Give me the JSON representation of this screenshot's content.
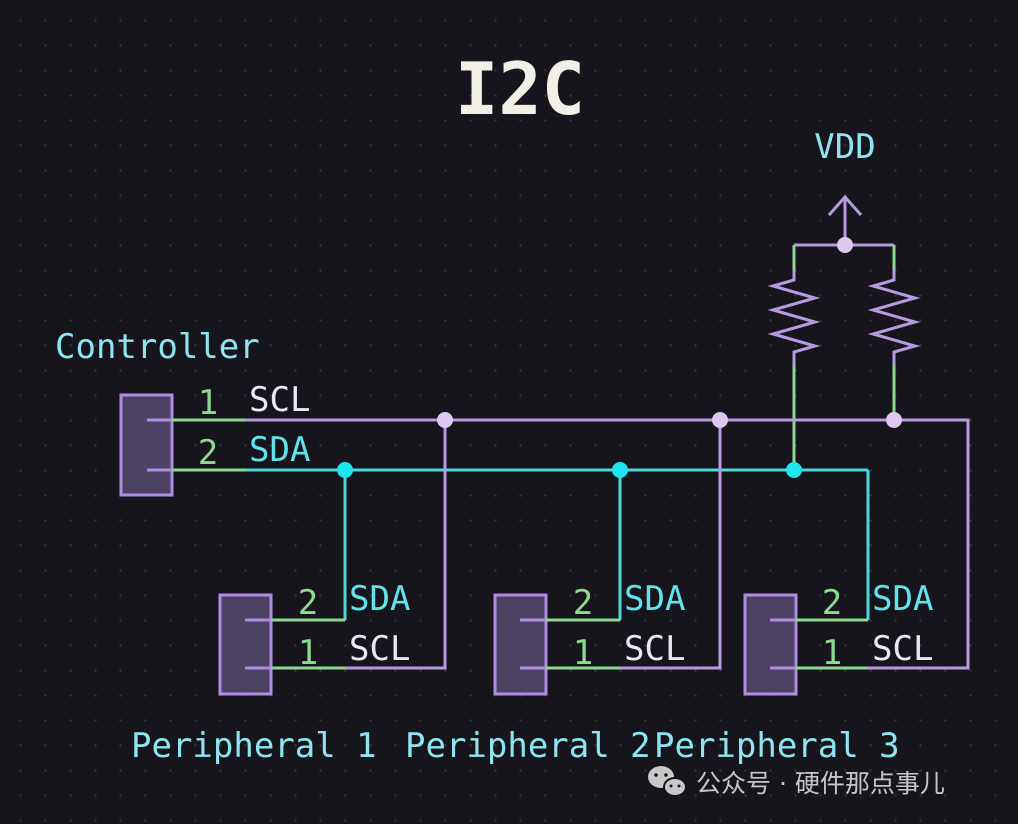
{
  "title": "I2C",
  "power": {
    "label": "VDD"
  },
  "controller": {
    "label": "Controller",
    "pins": [
      {
        "number": "1",
        "name": "SCL"
      },
      {
        "number": "2",
        "name": "SDA"
      }
    ]
  },
  "peripherals": [
    {
      "label": "Peripheral 1",
      "pins": [
        {
          "number": "2",
          "name": "SDA"
        },
        {
          "number": "1",
          "name": "SCL"
        }
      ]
    },
    {
      "label": "Peripheral 2",
      "pins": [
        {
          "number": "2",
          "name": "SDA"
        },
        {
          "number": "1",
          "name": "SCL"
        }
      ]
    },
    {
      "label": "Peripheral 3",
      "pins": [
        {
          "number": "2",
          "name": "SDA"
        },
        {
          "number": "1",
          "name": "SCL"
        }
      ]
    }
  ],
  "watermark": "公众号 · 硬件那点事儿",
  "colors": {
    "scl_wire": "#b79ae0",
    "sda_wire": "#4fd6dd",
    "pin_wire": "#8fd88f",
    "junction_scl": "#ddc8f2",
    "junction_sda": "#1ee6f0",
    "connector_fill": "#4b4361",
    "connector_stroke": "#b18ce6",
    "title": "#f2efe6",
    "label": "#8fe4f2",
    "pin_number": "#8fd88f",
    "pin_name_scl": "#ece6f5",
    "pin_name_sda": "#62e3ec"
  }
}
